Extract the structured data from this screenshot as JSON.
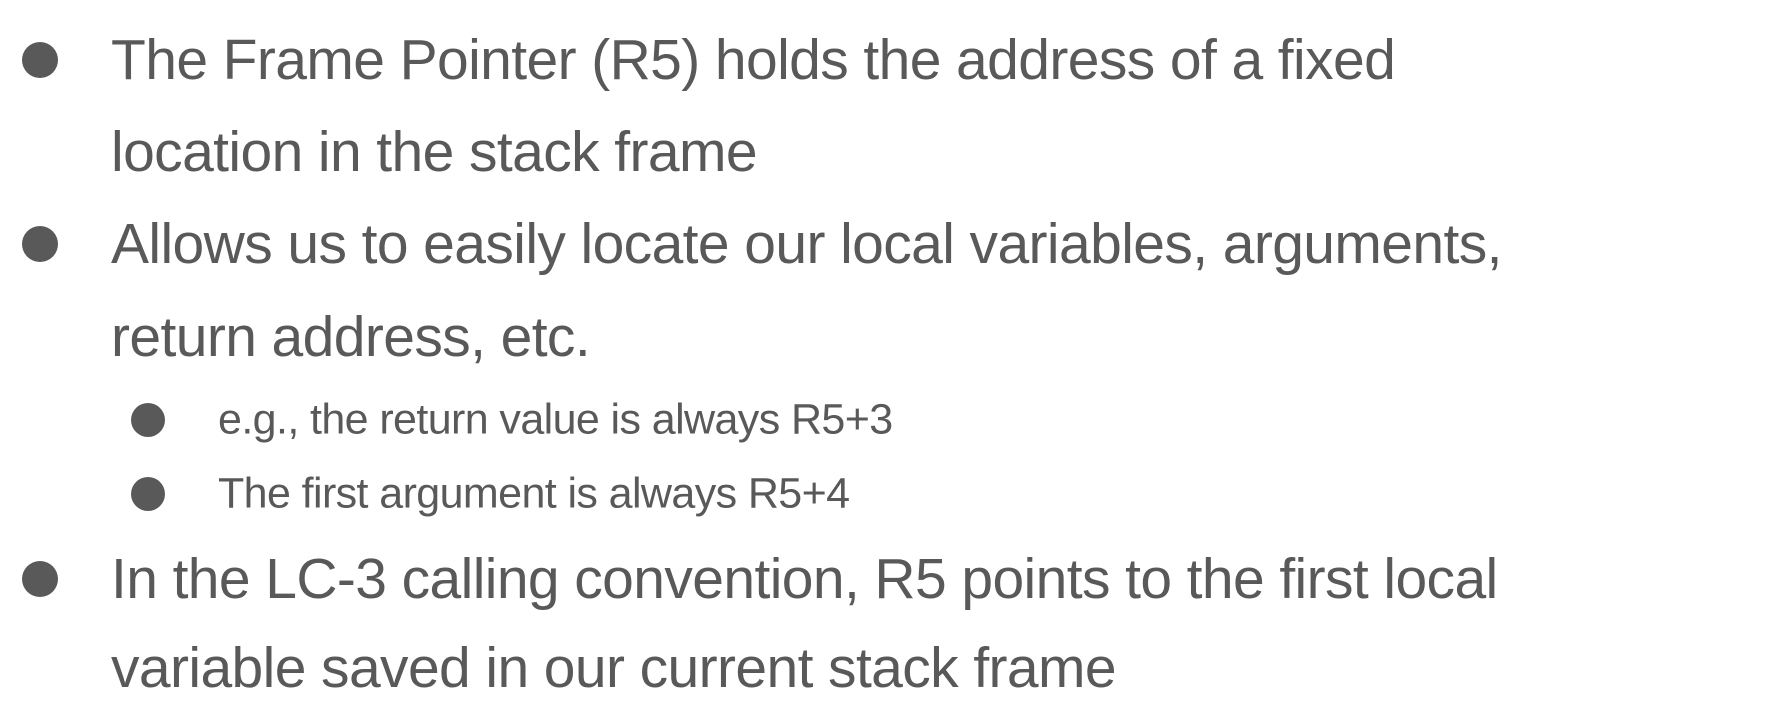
{
  "bullets": [
    {
      "lines": [
        "The Frame Pointer (R5) holds the address of a fixed",
        "location in the stack frame"
      ]
    },
    {
      "lines": [
        "Allows us to easily locate our local variables, arguments,",
        "return address, etc."
      ],
      "sub": [
        "e.g., the return value is always R5+3",
        "The first argument is always R5+4"
      ]
    },
    {
      "lines": [
        "In the LC-3 calling convention, R5 points to the first local",
        "variable saved in our current stack frame"
      ]
    }
  ],
  "text_color": "#595959"
}
